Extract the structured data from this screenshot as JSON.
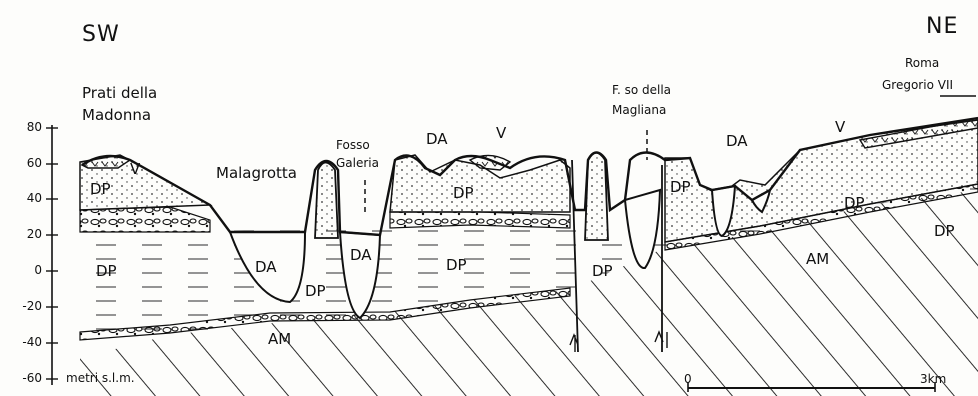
{
  "direction": {
    "left": "SW",
    "right": "NE"
  },
  "y_axis": {
    "ticks": [
      "80",
      "60",
      "40",
      "20",
      "0",
      "-20",
      "-40",
      "-60"
    ],
    "unit_label": "metri s.l.m."
  },
  "places": {
    "prati": "Prati della Madonna",
    "malagrotta": "Malagrotta",
    "fosso_galeria": "Fosso Galeria",
    "fosso_magliana": "F. so della Magliana",
    "roma": "Roma",
    "gregorio": "Gregorio VII"
  },
  "units": {
    "V": "V",
    "DP": "DP",
    "DA": "DA",
    "AM": "AM"
  },
  "scale_bar": {
    "start": "0",
    "end": "3km"
  }
}
